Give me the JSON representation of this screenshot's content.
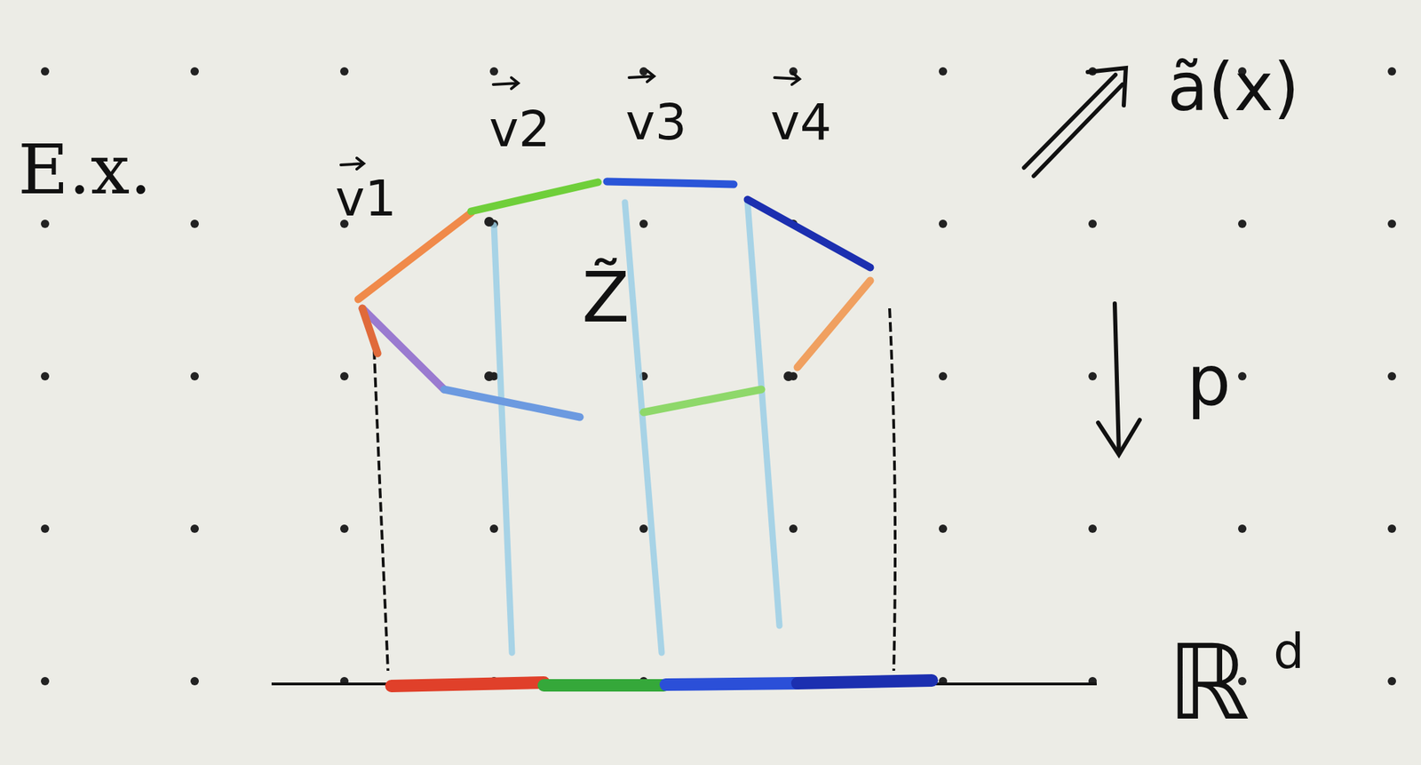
{
  "diagram": {
    "labels": [
      "E.x.",
      "v1",
      "v2",
      "v3",
      "v4",
      "Z̃",
      "ã(x)",
      "p",
      "ℝ",
      "d"
    ]
  }
}
